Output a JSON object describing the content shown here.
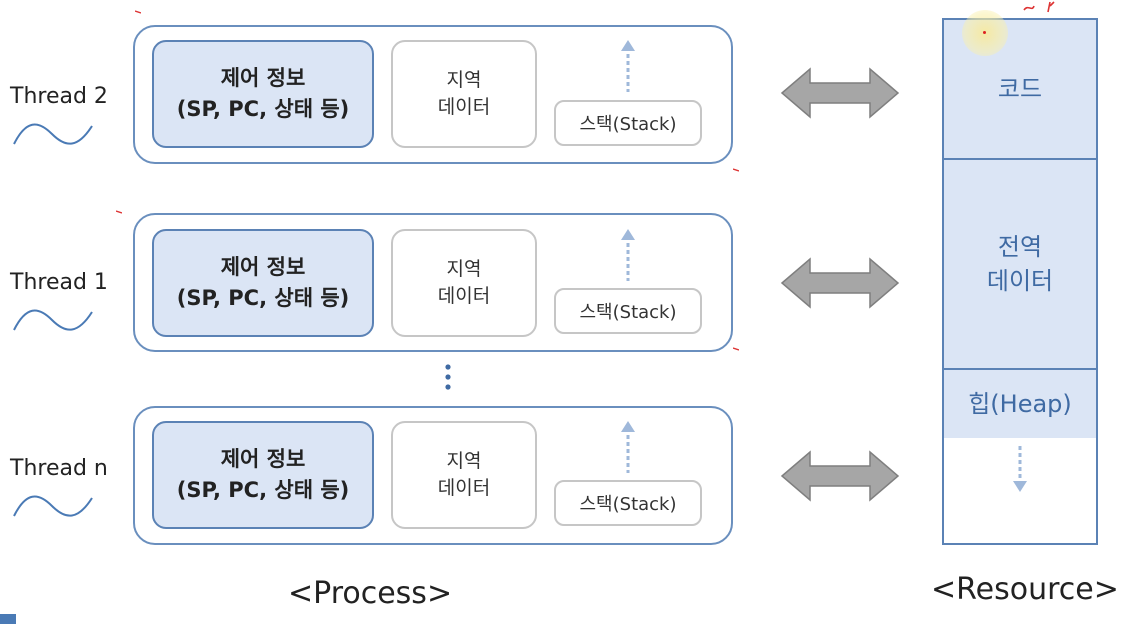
{
  "threads": [
    {
      "label": "Thread 2"
    },
    {
      "label": "Thread 1"
    },
    {
      "label": "Thread n"
    }
  ],
  "thread_box": {
    "control_line1": "제어 정보",
    "control_line2": "(SP, PC, 상태 등)",
    "local_line1": "지역",
    "local_line2": "데이터",
    "stack": "스택(Stack)"
  },
  "resource": {
    "code": "코드",
    "global_line1": "전역",
    "global_line2": "데이터",
    "heap": "힙(Heap)"
  },
  "captions": {
    "process": "<Process>",
    "resource": "<Resource>"
  },
  "colors": {
    "box_border": "#6a8fbe",
    "fill_blue": "#dbe5f5",
    "text_blue": "#3f6aa3",
    "arrow_gray": "#a6a6a6",
    "dotted_arrow": "#9fb8da"
  }
}
